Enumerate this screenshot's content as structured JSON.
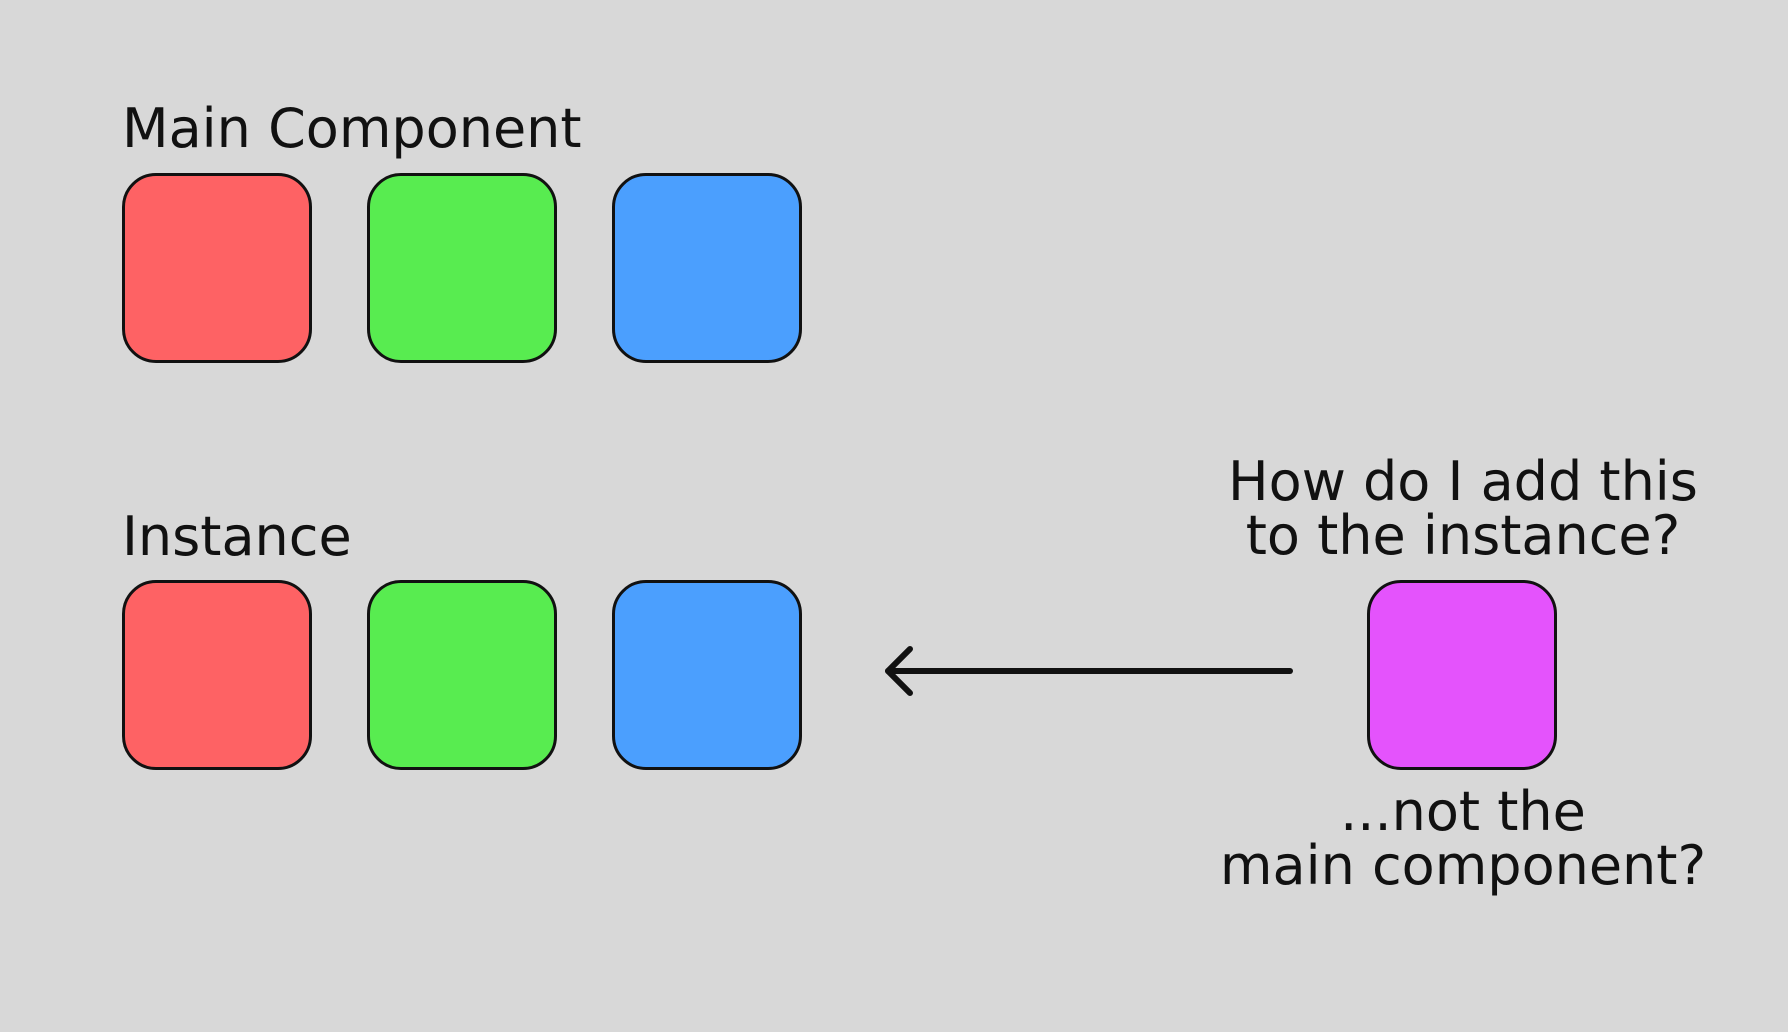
{
  "main_component": {
    "title": "Main Component",
    "blocks": [
      {
        "color": "#fe6264"
      },
      {
        "color": "#58ec50"
      },
      {
        "color": "#4b9ffe"
      }
    ]
  },
  "instance": {
    "title": "Instance",
    "blocks": [
      {
        "color": "#fe6264"
      },
      {
        "color": "#58ec50"
      },
      {
        "color": "#4b9ffe"
      }
    ]
  },
  "new_block": {
    "color": "#e453fc",
    "question_line1": "How do I add this",
    "question_line2": "to the instance?",
    "note_line1": "...not the",
    "note_line2": "main component?"
  },
  "arrow": {
    "direction": "left",
    "icon": "arrow-left-icon"
  }
}
